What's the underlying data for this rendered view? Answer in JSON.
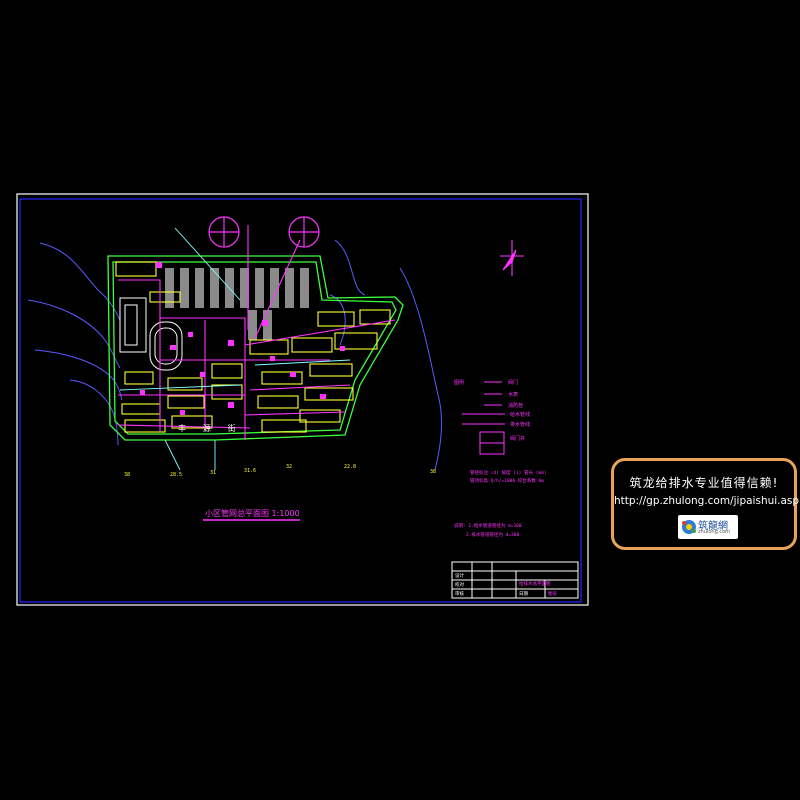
{
  "drawing": {
    "plan_title": "小区管网总平面图 1:1000",
    "road_label": "丰 源 街",
    "elevations": [
      "38",
      "28.5",
      "31",
      "31.6",
      "32",
      "22.8",
      "38"
    ],
    "legend_title": "图例",
    "legend_items": [
      "阀门",
      "水表",
      "消防栓",
      "给水管线",
      "排水管线",
      "阀门井"
    ],
    "pipe_note_1": "管径标注 (d) 坡度 (i) 管长 (mm)",
    "pipe_note_2": "管顶标高 Q/h/=1000 综合系数 6m",
    "notes": [
      "说明: 1.给水管道管径为 d=100",
      "2.排水管道管径为 d=300"
    ],
    "title_block": [
      "设计",
      "校对",
      "审核",
      "给排水总平面图",
      "日期",
      "图号"
    ]
  },
  "ad": {
    "title": "筑龙给排水专业值得信赖!",
    "url": "http://gp.zhulong.com/jipaishui.asp",
    "logo_cn": "筑龍網",
    "logo_en": "zhulong.com"
  },
  "colors": {
    "frame": "#ffffff",
    "inner_border": "#2424ff",
    "site_boundary": "#3cff3c",
    "water_pipe": "#ff33ff",
    "building": "#ffff33",
    "contour": "#5a5aff",
    "ad_border": "#e8a25a"
  }
}
